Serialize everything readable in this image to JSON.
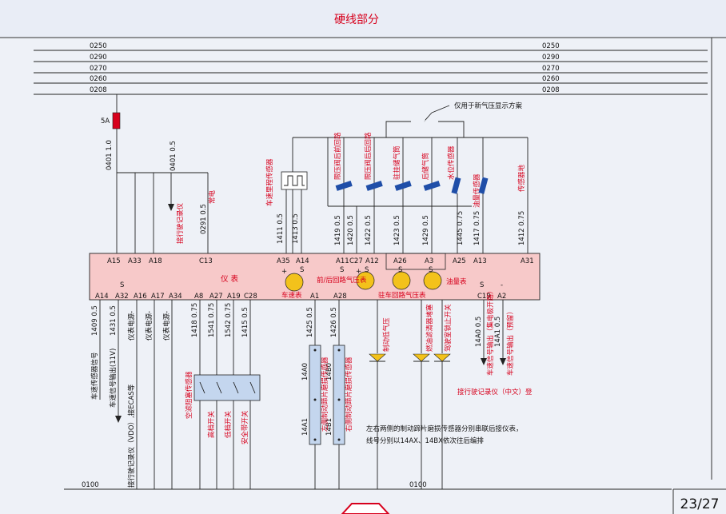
{
  "header": {
    "title": "硬线部分"
  },
  "page_number": "23/27",
  "buses": [
    {
      "label": "0250"
    },
    {
      "label": "0290"
    },
    {
      "label": "0270"
    },
    {
      "label": "0260"
    },
    {
      "label": "0208"
    }
  ],
  "fuse": {
    "label": "5A"
  },
  "top_wires": {
    "w1": "0401 1.0",
    "w2": "0401 0.5",
    "w3": "0291 0.5"
  },
  "annot": {
    "new_pressure": "仅用于新气压显示方案",
    "to_recorder": "接行驶记录仪",
    "always_power": "常电",
    "speed_sensor": "车速里程传感器",
    "limiter_front": "限压阀后前回路",
    "limiter_rear": "限压阀后后回路",
    "park_chamber": "驻挂储气筒",
    "rear_chamber": "后储气筒",
    "water_sensor": "水位传感器",
    "fuel_sensor": "油量传感器",
    "sensor_ground": "传感器地"
  },
  "upper_wires": {
    "a": "1411 0.5",
    "b": "1413 0.5",
    "c": "1419 0.5",
    "d": "1420 0.5",
    "e": "1422 0.5",
    "f": "1423 0.5",
    "g": "1429 0.5",
    "h": "1445 0.75",
    "i": "1417 0.75",
    "j": "1412 0.75"
  },
  "cluster": {
    "title": "仪  表",
    "top_pins": [
      "A15",
      "A33",
      "A18",
      "C13",
      "A35",
      "A14",
      "A11",
      "C27",
      "A12",
      "A26",
      "A3",
      "A25",
      "A13",
      "A31"
    ],
    "bottom_pins": [
      "A14",
      "A32",
      "A16",
      "A17",
      "A34",
      "A8",
      "A27",
      "A19",
      "C28",
      "A1",
      "A28",
      "C19",
      "A2"
    ],
    "gauge_speed": "车速表",
    "gauge_pressure_fr": "前/后回路气压表",
    "gauge_park": "驻车回路气压表",
    "gauge_fuel": "油量表",
    "s": "S"
  },
  "lower_wires": {
    "a": "1409 0.5",
    "b": "1431 0.5",
    "c": "1418 0.75",
    "d": "1541 0.75",
    "e": "1542 0.75",
    "f": "1415 0.5",
    "g": "1425 0.5",
    "h": "1426 0.5",
    "i": "14A0 0.5",
    "j": "14A1 0.5"
  },
  "lower_labels": {
    "speed_signal": "车速传感器信号",
    "speed_out": "车速信号输出(11V)",
    "power1": "仪表电源-",
    "power2": "仪表电源-",
    "power3": "仪表电源-",
    "to_vdo": "接行驶记录仪（VDO）,接ECAS等",
    "ac_sensor": "空滤阻塞传感器",
    "sw_high": "高档开关",
    "sw_low": "低档开关",
    "sw_belt": "安全带开关",
    "pad_left": "左侧制动蹄片磨损传感器",
    "pad_right": "右侧制动蹄片磨损传感器",
    "low_pressure": "制动低气压",
    "filter_block": "燃油滤清器堵塞",
    "cab_lock": "驾驶室锁止开关",
    "speed_out2": "车速信号输出（集电极开路）",
    "speed_out3": "车速信号输出（预留）",
    "to_recorder_cn": "接行驶记录仪（中文）登",
    "note1": "左右两侧的制动蹄片磨损传感器分别串联后接仪表，",
    "note2": "线号分别以14AX、14BX依次往后编排",
    "w_14A0": "14A0",
    "w_14A1": "14A1",
    "w_14B0": "14B0",
    "w_14B1": "14B1"
  },
  "ground": {
    "label": "0100"
  }
}
